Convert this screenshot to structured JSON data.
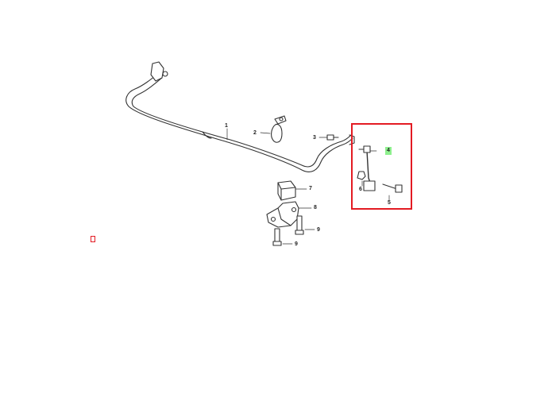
{
  "callouts": {
    "c1": "1",
    "c2": "2",
    "c3": "3",
    "c4": "4",
    "c5": "5",
    "c6": "6",
    "c7": "7",
    "c8": "8",
    "c9a": "9",
    "c9b": "9"
  },
  "colors": {
    "highlight_box": "#e31b23",
    "selected_callout_bg": "#8ef08e",
    "line_art": "#333333"
  },
  "selected_part": "4"
}
